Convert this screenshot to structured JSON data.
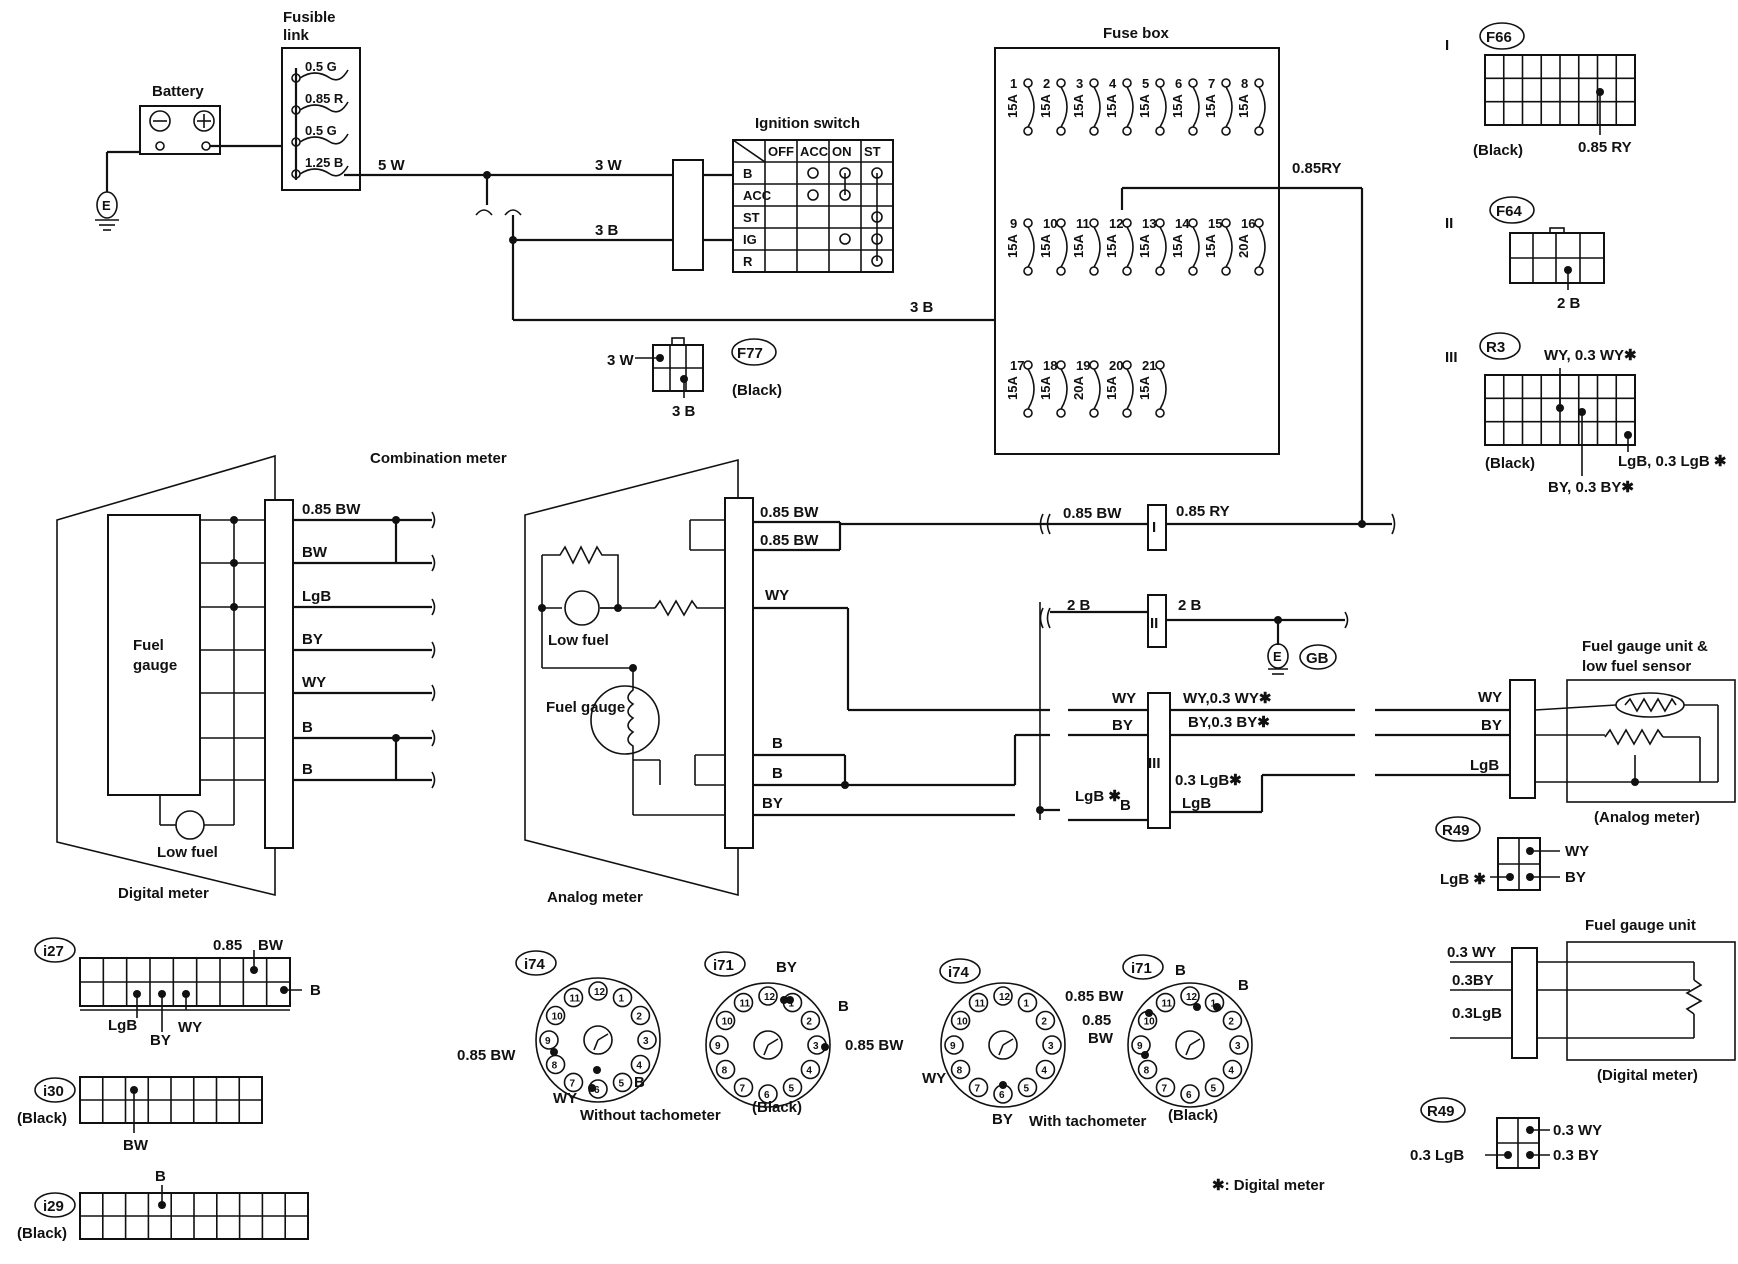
{
  "components": {
    "fusible_link": "Fusible\nlink",
    "fusible_rows": [
      "0.5  G",
      "0.85 R",
      "0.5  G",
      "1.25 B"
    ],
    "battery": "Battery",
    "ignition_switch": "Ignition switch",
    "fuse_box": "Fuse box",
    "combination_meter": "Combination meter",
    "digital_meter": "Digital meter",
    "analog_meter": "Analog meter",
    "fuel_gauge_digital": "Fuel\ngauge",
    "fuel_gauge_analog": "Fuel\ngauge",
    "low_fuel": "Low fuel",
    "fuel_gauge_unit_sensor": "Fuel gauge unit &\nlow fuel sensor",
    "analog_meter_paren": "(Analog meter)",
    "fuel_gauge_unit": "Fuel gauge unit",
    "digital_meter_paren": "(Digital meter)",
    "footnote": "✱: Digital meter"
  },
  "ignition_table": {
    "headers": [
      "OFF",
      "ACC",
      "ON",
      "ST"
    ],
    "rows": [
      "B",
      "ACC",
      "ST",
      "IG",
      "R"
    ]
  },
  "fuses": {
    "row1_numbers": [
      "1",
      "2",
      "3",
      "4",
      "5",
      "6",
      "7",
      "8"
    ],
    "row1_ratings": [
      "15A",
      "15A",
      "15A",
      "15A",
      "15A",
      "15A",
      "15A",
      "15A"
    ],
    "row2_numbers": [
      "9",
      "10",
      "11",
      "12",
      "13",
      "14",
      "15",
      "16"
    ],
    "row2_ratings": [
      "15A",
      "15A",
      "15A",
      "15A",
      "15A",
      "15A",
      "15A",
      "20A"
    ],
    "row3_numbers": [
      "17",
      "18",
      "19",
      "20",
      "21"
    ],
    "row3_ratings": [
      "15A",
      "15A",
      "20A",
      "15A",
      "15A"
    ]
  },
  "wires": {
    "w5": "5 W",
    "w3w": "3 W",
    "w3b_top": "3 B",
    "w3b_low": "3 B",
    "w085ry": "0.85RY",
    "w085ry_mid": "0.85 RY",
    "dig": [
      "0.85 BW",
      "BW",
      "LgB",
      "BY",
      "WY",
      "B",
      "B"
    ],
    "ana": [
      "0.85 BW",
      "0.85 BW",
      "WY",
      "B",
      "B",
      "BY"
    ],
    "mid_085bw": "0.85 BW",
    "mid_2b_l": "2 B",
    "mid_2b_r": "2 B",
    "gnd_2b": "2 B",
    "wy": "WY",
    "by": "BY",
    "lgb": "LgB",
    "lgb_star": "LgB ✱",
    "b_small": "B",
    "wy_03": "WY,0.3 WY✱",
    "by_03": "BY,0.3 BY✱",
    "lgb_03": "0.3 LgB✱",
    "lgb_plain": "LgB",
    "snd_wy": "WY",
    "snd_by": "BY",
    "snd_lgb": "LgB",
    "d_wy": "0.3 WY",
    "d_by": "0.3BY",
    "d_lgb": "0.3LgB",
    "roman_i": "I",
    "roman_ii": "II",
    "roman_iii": "III"
  },
  "connectors": {
    "f66": {
      "id": "F66",
      "roman": "I",
      "color": "(Black)",
      "pin": "0.85 RY"
    },
    "f64": {
      "id": "F64",
      "roman": "II",
      "pin": "2 B"
    },
    "r3": {
      "id": "R3",
      "roman": "III",
      "color": "(Black)",
      "p1": "WY, 0.3 WY✱",
      "p2": "BY, 0.3 BY✱",
      "p3": "LgB, 0.3 LgB ✱"
    },
    "f77": {
      "id": "F77",
      "color": "(Black)",
      "p1": "3 W",
      "p2": "3 B"
    },
    "r49a": {
      "id": "R49",
      "p1": "WY",
      "p2": "BY",
      "p3": "LgB ✱"
    },
    "r49b": {
      "id": "R49",
      "p1": "0.3  WY",
      "p2": "0.3  BY",
      "p3": "0.3  LgB"
    },
    "i27": {
      "id": "i27",
      "p1": "0.85",
      "p2": "BW",
      "p3": "B",
      "p4": "LgB",
      "p5": "BY",
      "p6": "WY"
    },
    "i30": {
      "id": "i30",
      "color": "(Black)",
      "pin": "BW"
    },
    "i29": {
      "id": "i29",
      "color": "(Black)",
      "pin": "B"
    },
    "i74a": {
      "id": "i74",
      "bw": "0.85 BW",
      "wy": "WY",
      "b": "B",
      "caption": "Without tachometer"
    },
    "i71a": {
      "id": "i71",
      "by": "BY",
      "b": "B",
      "bw": "0.85 BW",
      "color": "(Black)"
    },
    "i74b": {
      "id": "i74",
      "wy": "WY",
      "by": "BY",
      "caption": "With tachometer"
    },
    "i71b": {
      "id": "i71",
      "bw1": "0.85 BW",
      "bw2": "0.85",
      "bw3": "BW",
      "b1": "B",
      "b2": "B",
      "color": "(Black)"
    }
  },
  "ground": "E",
  "ground_gb": "GB"
}
